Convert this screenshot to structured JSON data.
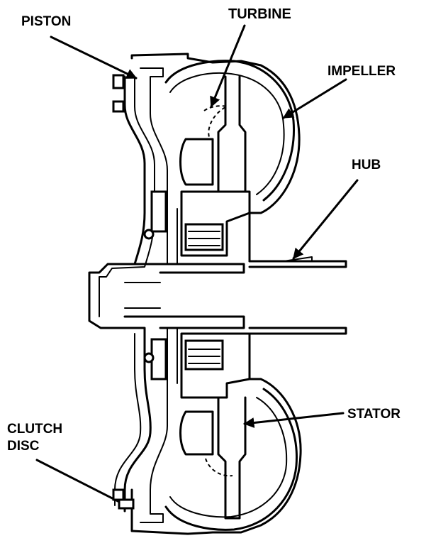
{
  "labels": {
    "piston": "PISTON",
    "turbine": "TURBINE",
    "impeller": "IMPELLER",
    "hub": "HUB",
    "stator": "STATOR",
    "clutch_line1": "CLUTCH",
    "clutch_line2": "DISC"
  },
  "colors": {
    "ink": "#000000",
    "paper": "#ffffff"
  }
}
